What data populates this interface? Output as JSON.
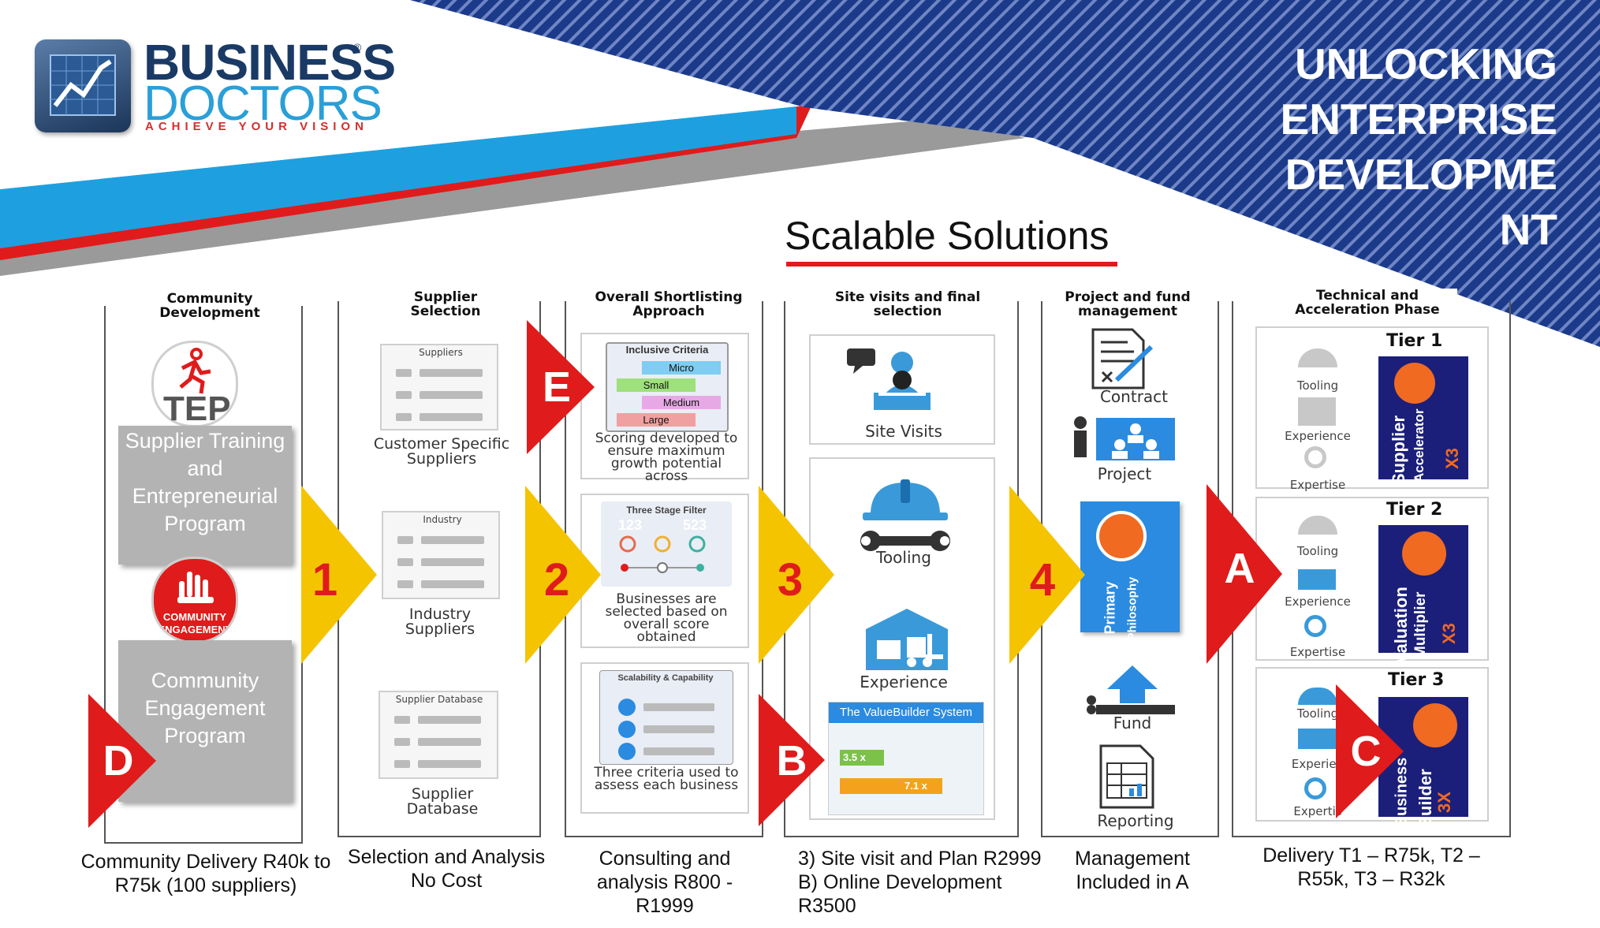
{
  "brand": {
    "name_line1": "BUSINESS",
    "name_line2": "DOCTORS",
    "registered": "®",
    "tagline": "ACHIEVE YOUR VISION"
  },
  "hero_title": "UNLOCKING ENTERPRISE DEVELOPME NT",
  "main_title": "Scalable Solutions",
  "colors": {
    "navy": "#1b3a8a",
    "red": "#e01b1b",
    "blue": "#1ea0e0",
    "yellow": "#f5c400",
    "gray_block": "#b3b3b3"
  },
  "columns": {
    "community": {
      "heading": "Community Development",
      "tep_label": "TEP",
      "tep_block": "Supplier Training and Entrepreneurial Program",
      "engagement_badge": "COMMUNITY ENGAGEMENT",
      "engagement_block": "Community Engagement Program",
      "footer": "Community Delivery R40k to R75k (100 suppliers)"
    },
    "supplier": {
      "heading": "Supplier Selection",
      "cards": [
        {
          "thumb_title": "Suppliers",
          "caption": "Customer Specific Suppliers"
        },
        {
          "thumb_title": "Industry",
          "caption": "Industry Suppliers"
        },
        {
          "thumb_title": "Supplier Database",
          "caption": "Supplier Database"
        }
      ],
      "footer": "Selection and Analysis No Cost"
    },
    "shortlist": {
      "heading": "Overall Shortlisting Approach",
      "inclusive_title": "Inclusive Criteria",
      "inclusive_rows": [
        "Micro",
        "Small",
        "Medium",
        "Large"
      ],
      "card1_caption": "Scoring developed to ensure maximum growth potential across",
      "filter_title": "Three Stage Filter",
      "filter_numbers": [
        "123",
        "523"
      ],
      "card2_caption": "Businesses are selected based on overall score obtained",
      "scal_title": "Scalability & Capability",
      "card3_caption": "Three criteria used to assess each business",
      "footer": "Consulting and analysis R800 - R1999"
    },
    "site": {
      "heading": "Site visits and final selection",
      "visit_caption": "Site Visits",
      "tooling_caption": "Tooling",
      "experience_caption": "Experience",
      "vb_title": "The ValueBuilder System",
      "vb_values": [
        "3.5 x",
        "7.1 x"
      ],
      "footer": "3) Site visit and Plan R2999 B) Online Development R3500"
    },
    "project": {
      "heading": "Project and fund management",
      "contract": "Contract",
      "project": "Project",
      "philosophy_1": "Primary",
      "philosophy_2": "Philosophy",
      "fund": "Fund",
      "reporting": "Reporting",
      "footer": "Management Included in A"
    },
    "tech": {
      "heading": "Technical and Acceleration Phase",
      "tiers": [
        {
          "label": "Tier 1",
          "items": [
            "Tooling",
            "Experience",
            "Expertise"
          ],
          "book_1": "Supplier",
          "book_2": "Accelerator",
          "book_x": "X3"
        },
        {
          "label": "Tier 2",
          "items": [
            "Tooling",
            "Experience",
            "Expertise"
          ],
          "book_1": "Valuation",
          "book_2": "Multiplier",
          "book_x": "X3"
        },
        {
          "label": "Tier 3",
          "items": [
            "Tooling",
            "Experien",
            "Expertis"
          ],
          "book_1": "Business",
          "book_2": "Builder",
          "book_x": "3X"
        }
      ],
      "footer": "Delivery T1 – R75k, T2 – R55k, T3 – R32k"
    }
  },
  "step_numbers": [
    "1",
    "2",
    "3",
    "4"
  ],
  "step_letters": [
    "A",
    "B",
    "C",
    "D",
    "E"
  ]
}
